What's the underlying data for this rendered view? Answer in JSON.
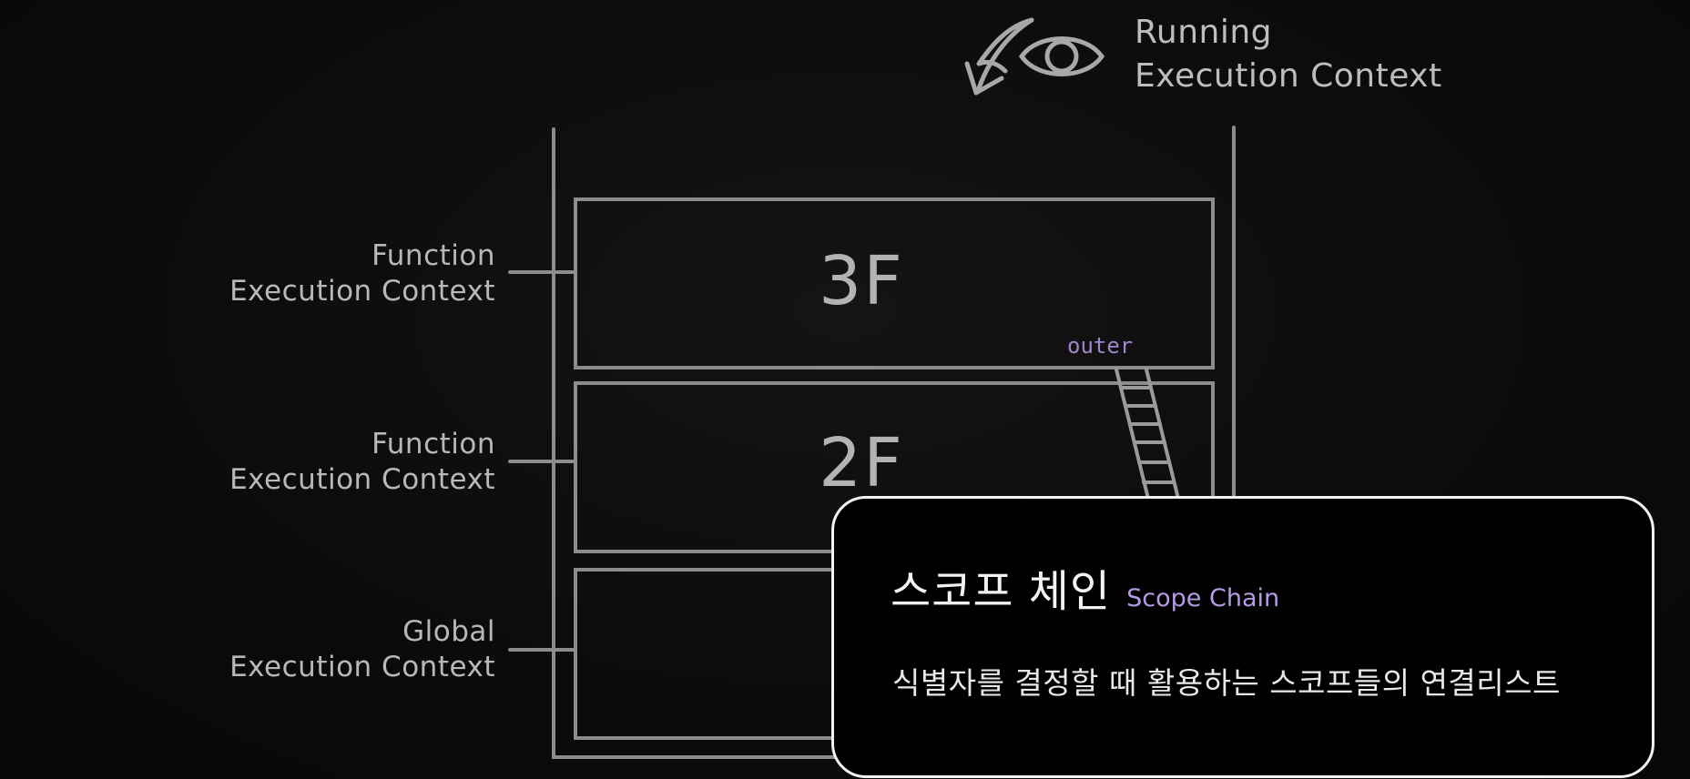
{
  "running": {
    "line1": "Running",
    "line2": "Execution Context"
  },
  "contexts": [
    {
      "line1": "Function",
      "line2": "Execution Context"
    },
    {
      "line1": "Function",
      "line2": "Execution Context"
    },
    {
      "line1": "Global",
      "line2": "Execution Context"
    }
  ],
  "floors": {
    "top": "3F",
    "middle": "2F"
  },
  "ladder_label": "outer",
  "tooltip": {
    "title_ko": "스코프 체인",
    "title_en": "Scope Chain",
    "description": "식별자를 결정할 때 활용하는 스코프들의 연결리스트"
  },
  "colors": {
    "background": "#0a0a0a",
    "lines": "#8c8c8c",
    "text": "#bdbdbd",
    "accent": "#b69ae6",
    "outer_label": "#9f86c8",
    "tooltip_border": "#f2f2f2"
  },
  "icons": [
    "curved-arrow-icon",
    "eye-icon",
    "ladder-icon"
  ]
}
